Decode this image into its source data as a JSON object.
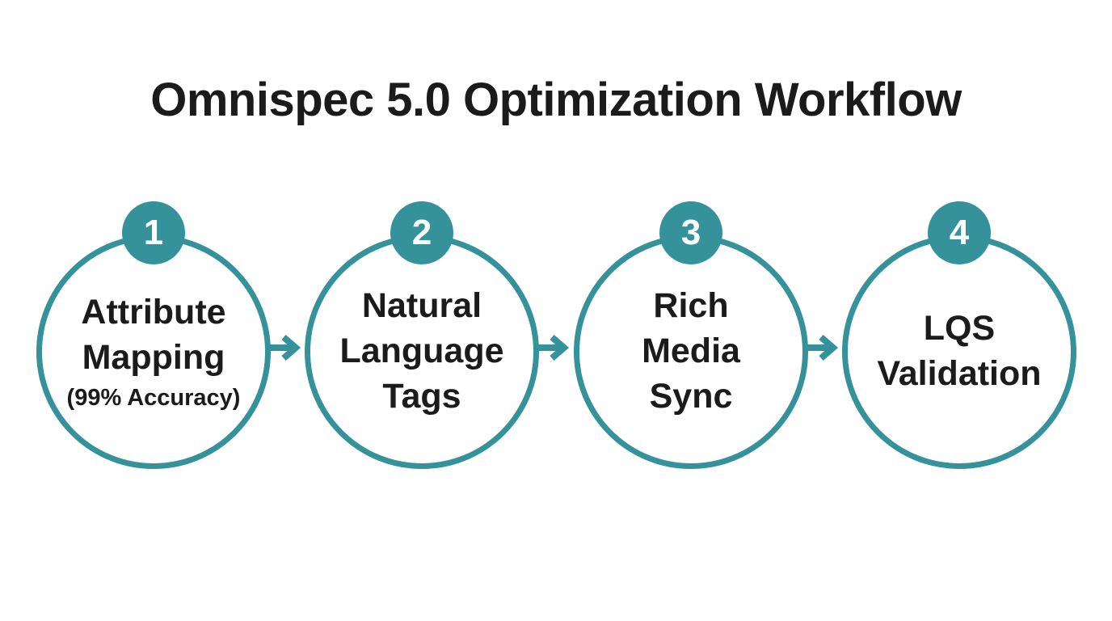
{
  "title": "Omnispec 5.0 Optimization Workflow",
  "colors": {
    "accent_teal": "#35929B",
    "text": "#1B1B1B",
    "background": "#FFFFFF",
    "badge_number_text": "#FFFFFF"
  },
  "workflow": {
    "connector_icon": "right-arrow",
    "steps": [
      {
        "number": "1",
        "label_lines": [
          "Attribute",
          "Mapping"
        ],
        "subtitle": "(99% Accuracy)"
      },
      {
        "number": "2",
        "label_lines": [
          "Natural",
          "Language",
          "Tags"
        ]
      },
      {
        "number": "3",
        "label_lines": [
          "Rich",
          "Media",
          "Sync"
        ]
      },
      {
        "number": "4",
        "label_lines": [
          "LQS",
          "Validation"
        ]
      }
    ]
  }
}
